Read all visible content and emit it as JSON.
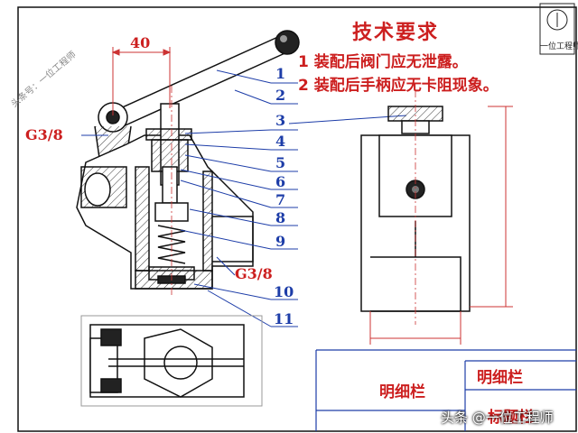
{
  "requirements": {
    "title": "技术要求",
    "items": [
      "1 装配后阀门应无泄露。",
      "2 装配后手柄应无卡阻现象。"
    ]
  },
  "dimensions": {
    "width": "40",
    "thread_left": "G3/8",
    "thread_right": "G3/8"
  },
  "part_numbers": [
    "1",
    "2",
    "3",
    "4",
    "5",
    "6",
    "7",
    "8",
    "9",
    "10",
    "11"
  ],
  "title_block": {
    "parts_list_left": "明细栏",
    "parts_list_right": "明细栏",
    "title_bar": "标题栏"
  },
  "branding": {
    "stamp": "一位工程师",
    "watermark": "头条号：一位工程师",
    "credit": "头条 @一位工程师"
  },
  "colors": {
    "annotation_red": "#cc1f1f",
    "leader_blue": "#1d3da8"
  }
}
